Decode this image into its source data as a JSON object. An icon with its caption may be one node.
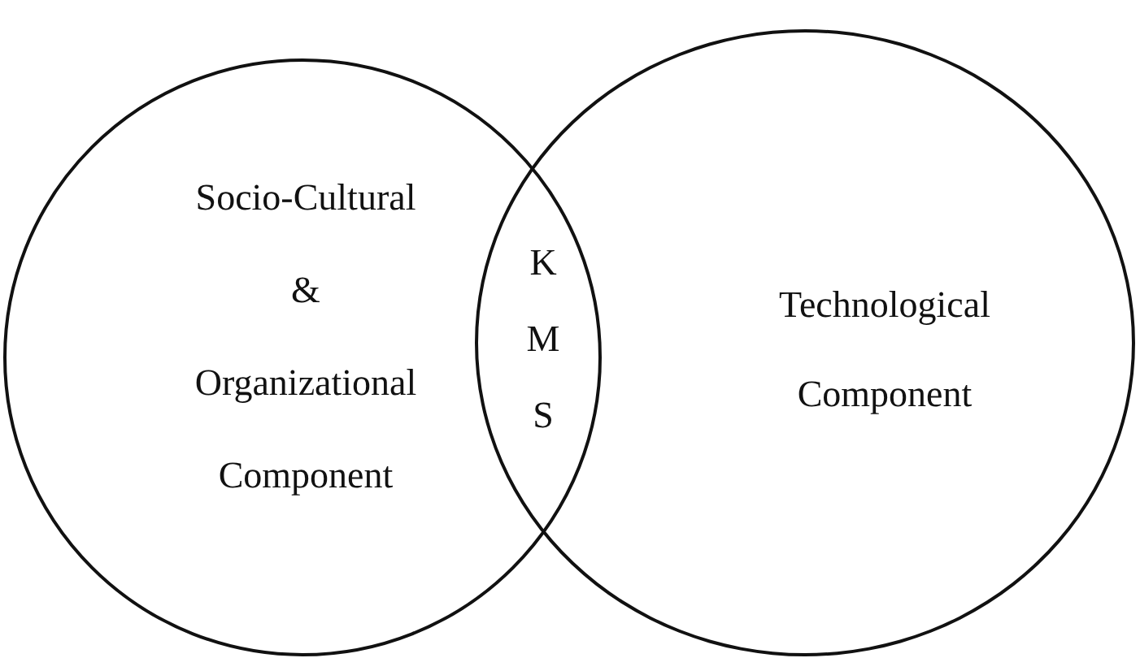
{
  "diagram": {
    "nodes": [
      {
        "text": [
          "Socio-Cultural & Organizational Component"
        ]
      },
      {
        "text": [
          "Technological Component"
        ]
      }
    ],
    "edges": [],
    "labels": [
      "K M S"
    ]
  }
}
